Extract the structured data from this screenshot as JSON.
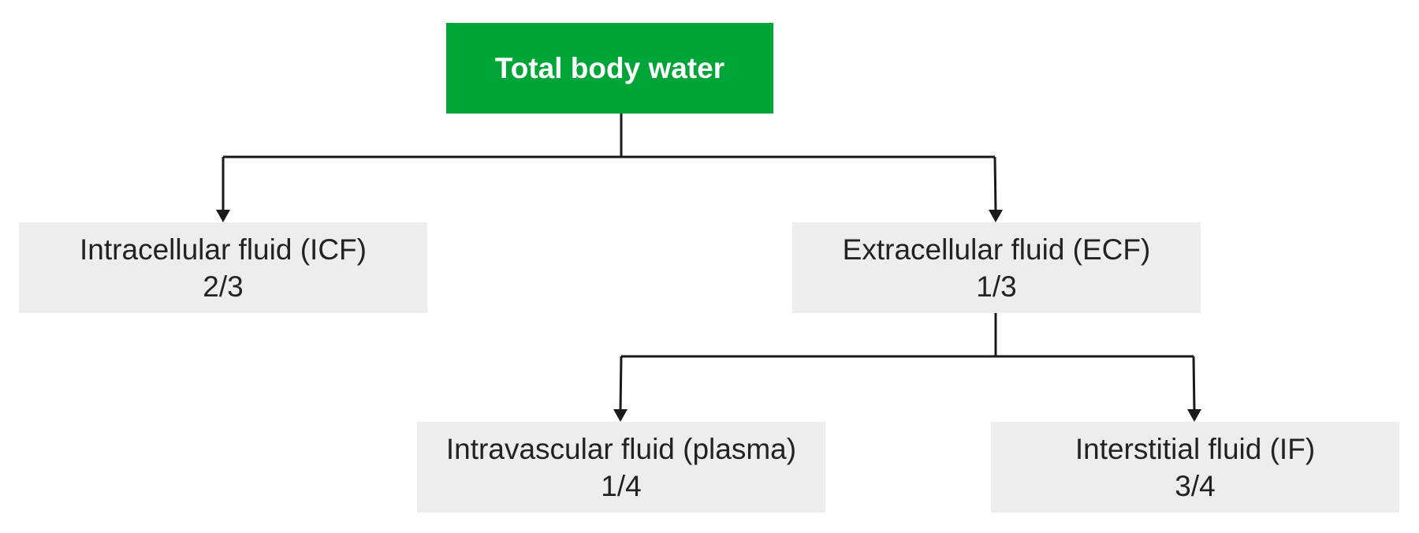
{
  "colors": {
    "root_fill": "#00a538",
    "root_text": "#ffffff",
    "node_fill": "#ededec",
    "node_text": "#222222",
    "connector": "#1a1a1a"
  },
  "root": {
    "label": "Total body water"
  },
  "level1": [
    {
      "label": "Intracellular fluid (ICF)",
      "fraction": "2/3"
    },
    {
      "label": "Extracellular fluid (ECF)",
      "fraction": "1/3"
    }
  ],
  "level2": [
    {
      "label": "Intravascular fluid (plasma)",
      "fraction": "1/4"
    },
    {
      "label": "Interstitial fluid (IF)",
      "fraction": "3/4"
    }
  ]
}
